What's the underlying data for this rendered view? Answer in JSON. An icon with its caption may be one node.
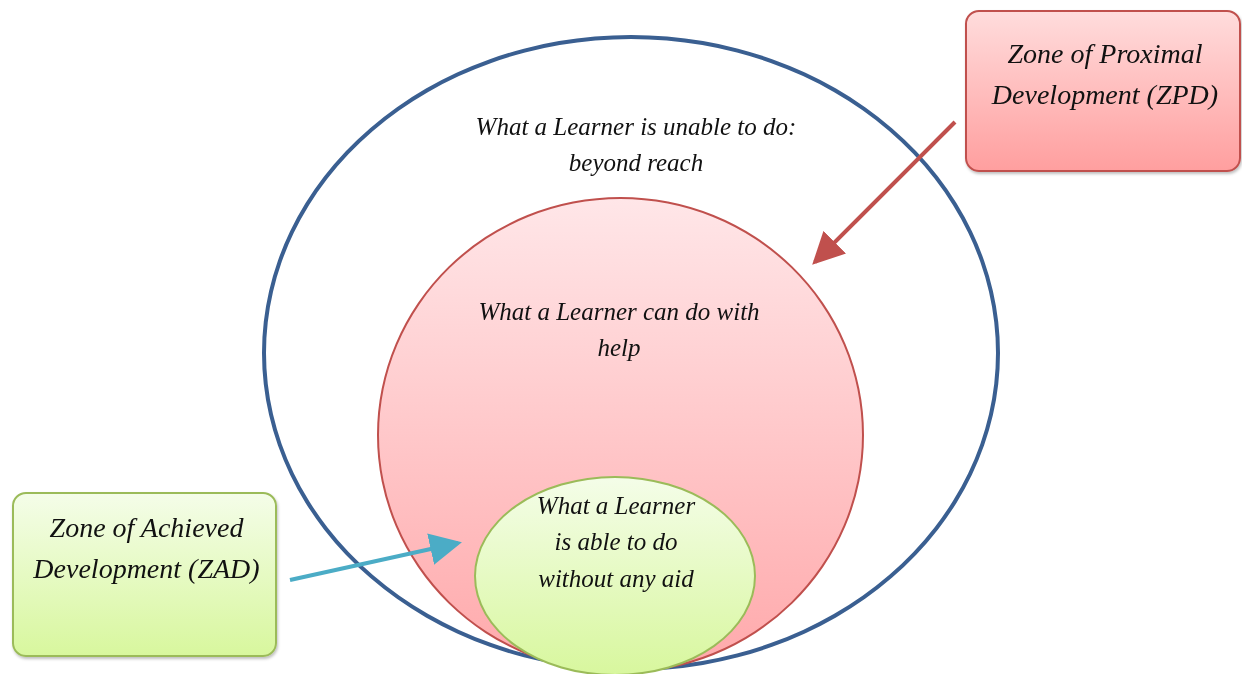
{
  "diagram": {
    "nodes": [
      {
        "text": [
          "What a Learner is unable to do: beyond reach"
        ]
      },
      {
        "text": [
          "What a Learner can do with help"
        ],
        "in": 0
      },
      {
        "text": [
          "What a Learner is able to do without any aid"
        ],
        "in": 1
      },
      {
        "text": [
          "Zone of Proximal Development (ZPD)"
        ]
      },
      {
        "text": [
          "Zone of Achieved Development (ZAD)"
        ]
      }
    ],
    "edges": [
      {
        "from": 3,
        "to": 1,
        "arrow": "to",
        "color": "#c0504d"
      },
      {
        "from": 4,
        "to": 2,
        "arrow": "to",
        "color": "#4bacc6"
      }
    ]
  }
}
